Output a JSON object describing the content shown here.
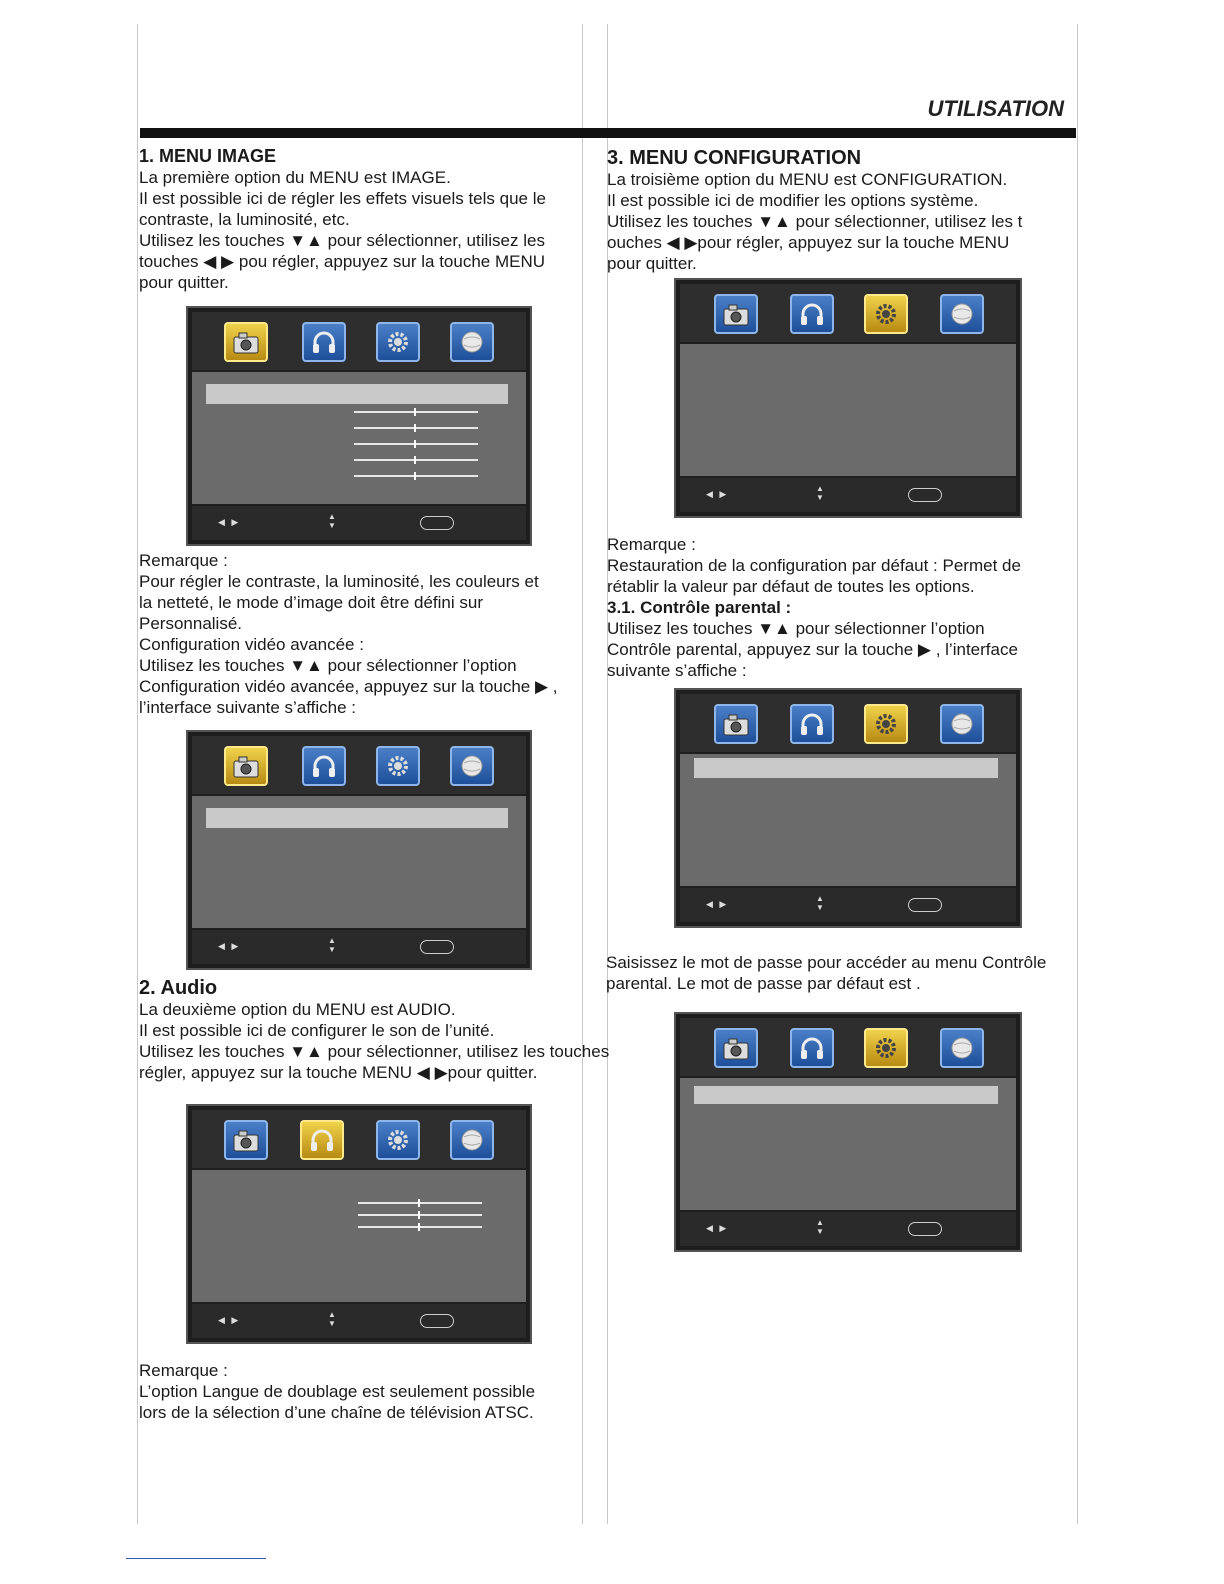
{
  "header": {
    "title": "UTILISATION"
  },
  "left": {
    "s1_title": "1. MENU IMAGE",
    "s1_l1": "La première option du MENU est IMAGE.",
    "s1_l2": "Il est possible ici de régler les effets visuels tels que le",
    "s1_l3": "contraste, la  luminosité, etc.",
    "s1_l4": "Utilisez les touches  ▼▲ pour sélectionner, utilisez les",
    "s1_l5": "touches ◀ ▶  pou régler, appuyez sur la touche MENU",
    "s1_l6": "pour quitter.",
    "n1_l1": "Remarque :",
    "n1_l2": "Pour régler le contraste, la luminosité, les couleurs et",
    "n1_l3": "la netteté, le mode  d’image doit être défini sur",
    "n1_l4": "Personnalisé.",
    "n1_l5": "Configuration vidéo avancée :",
    "n1_l6": "Utilisez les touches ▼▲ pour sélectionner l’option",
    "n1_l7": "Configuration vidéo avancée, appuyez sur la touche ▶ ,",
    "n1_l8": " l’interface suivante s’affiche :",
    "s2_title": "2. Audio",
    "s2_l1": "La deuxième option du MENU est AUDIO.",
    "s2_l2": "Il est possible ici de configurer le son de l’unité.",
    "s2_l3": "Utilisez les touches  ▼▲ pour sélectionner, utilisez les touches",
    "s2_l4": "régler, appuyez sur la touche MENU ◀ ▶pour quitter.",
    "n2_l1": "Remarque :",
    "n2_l2": "L’option Langue de doublage est seulement possible",
    "n2_l3": "lors de la sélection d’une chaîne de télévision ATSC."
  },
  "right": {
    "s3_title": "3. MENU CONFIGURATION",
    "s3_l1": "La troisième option du MENU est CONFIGURATION.",
    "s3_l2": "Il est possible ici de modifier les options système.",
    "s3_l3": "Utilisez les touches  ▼▲  pour sélectionner, utilisez les t",
    "s3_l4": "ouches ◀ ▶pour  régler, appuyez sur la touche MENU",
    "s3_l5": "pour quitter.",
    "n3_l1": "Remarque :",
    "n3_l2": "Restauration de la configuration par défaut : Permet de",
    "n3_l3": "rétablir la valeur par défaut de toutes les options.",
    "s31_title": "3.1. Contrôle parental :",
    "s31_l1": "Utilisez les touches ▼▲  pour sélectionner l’option",
    "s31_l2": "Contrôle parental, appuyez sur la touche ▶ , l’interface",
    "s31_l3": "suivante s’affiche :",
    "pw_l1": "Saisissez le mot de passe pour accéder au menu Contrôle",
    "pw_l2": "parental. Le mot de passe par défaut est        ."
  },
  "osd": {
    "footer_lr": "◀ ▶",
    "footer_ud": "▲\n▼",
    "icons": [
      "camera-icon",
      "headphones-icon",
      "gear-icon",
      "globe-icon"
    ]
  }
}
